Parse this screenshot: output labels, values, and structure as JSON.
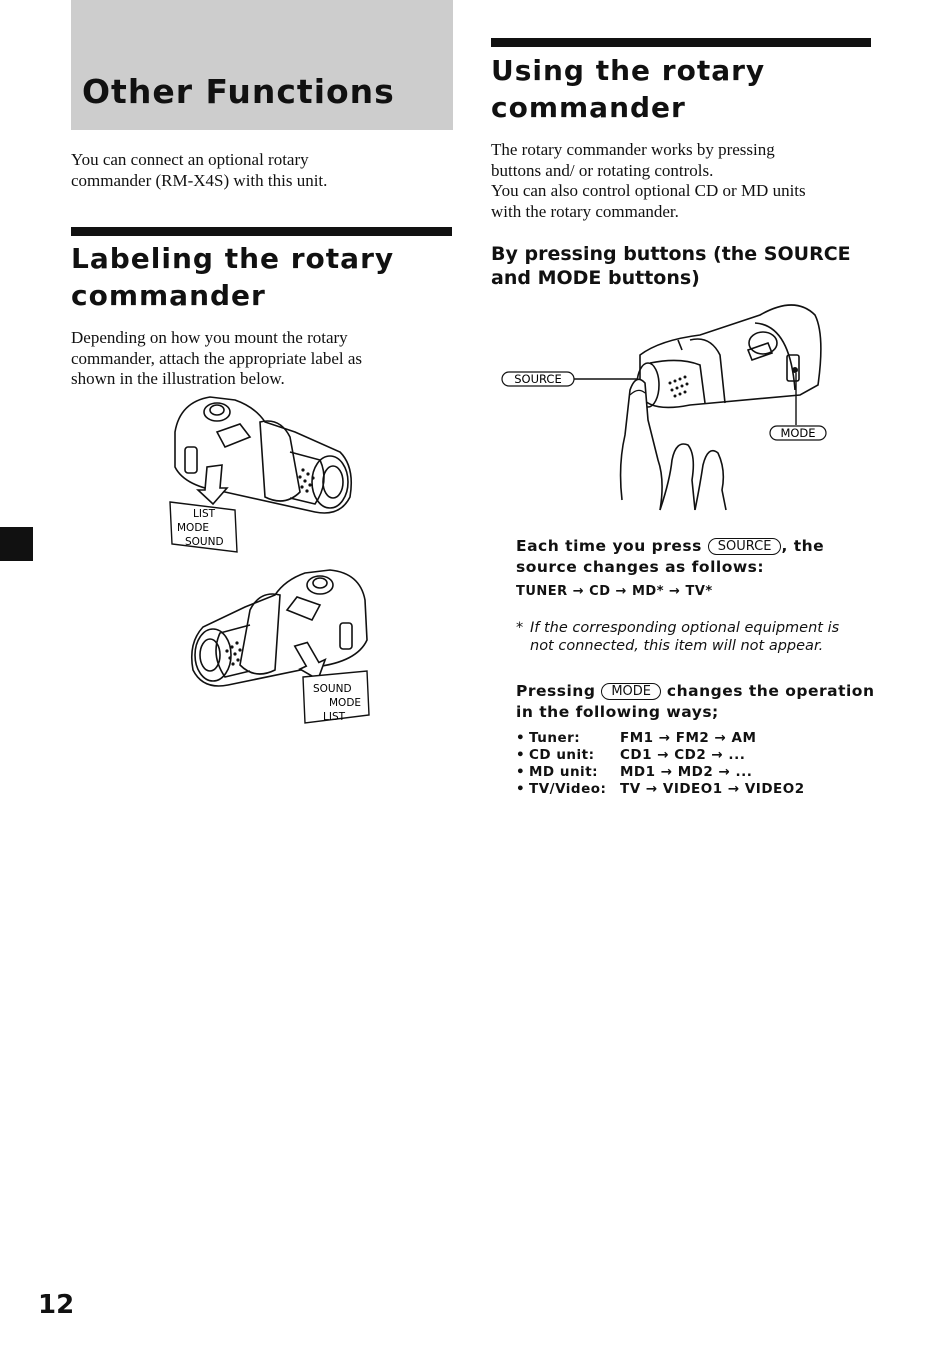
{
  "chapter": {
    "title": "Other Functions"
  },
  "intro": {
    "text_1": "You can connect an optional rotary",
    "text_2": "commander (RM-X4S) with this unit."
  },
  "labeling": {
    "heading_1": "Labeling the rotary",
    "heading_2": "commander",
    "body_1": "Depending on how you mount the rotary",
    "body_2": "commander, attach the appropriate label as",
    "body_3": "shown in the illustration below.",
    "label_top": [
      "LIST",
      "MODE",
      "SOUND"
    ],
    "label_bottom": [
      "SOUND",
      "MODE",
      "LIST"
    ]
  },
  "using": {
    "heading_1": "Using the rotary",
    "heading_2": "commander",
    "body_1": "The rotary commander works by pressing",
    "body_2": "buttons and/ or rotating controls.",
    "body_3": "You can also control optional CD or MD units",
    "body_4": "with the rotary commander."
  },
  "pressing": {
    "heading_1": "By pressing buttons (the SOURCE",
    "heading_2": "and MODE buttons)",
    "source_label": "SOURCE",
    "mode_label": "MODE"
  },
  "source_change": {
    "line1_prefix": "Each time you press",
    "button": "SOURCE",
    "line1_suffix": ", the",
    "line2": "source changes as follows:",
    "sequence": [
      "TUNER",
      "CD",
      "MD*",
      "TV*"
    ],
    "arrow": "→",
    "note_mark": "*",
    "note_1": "If the corresponding optional equipment is",
    "note_2": "not connected, this item will not appear."
  },
  "mode_change": {
    "line1_prefix": "Pressing",
    "button": "MODE",
    "line1_suffix": "changes the operation",
    "line2": "in the following ways;",
    "bullet": "•",
    "rows": [
      {
        "label": "Tuner:",
        "seq": "FM1 → FM2 → AM"
      },
      {
        "label": "CD unit:",
        "seq": "CD1 → CD2 → ..."
      },
      {
        "label": "MD unit:",
        "seq": "MD1 → MD2 → ..."
      },
      {
        "label": "TV/Video:",
        "seq": "TV → VIDEO1 → VIDEO2"
      }
    ]
  },
  "page": {
    "number": "12"
  }
}
